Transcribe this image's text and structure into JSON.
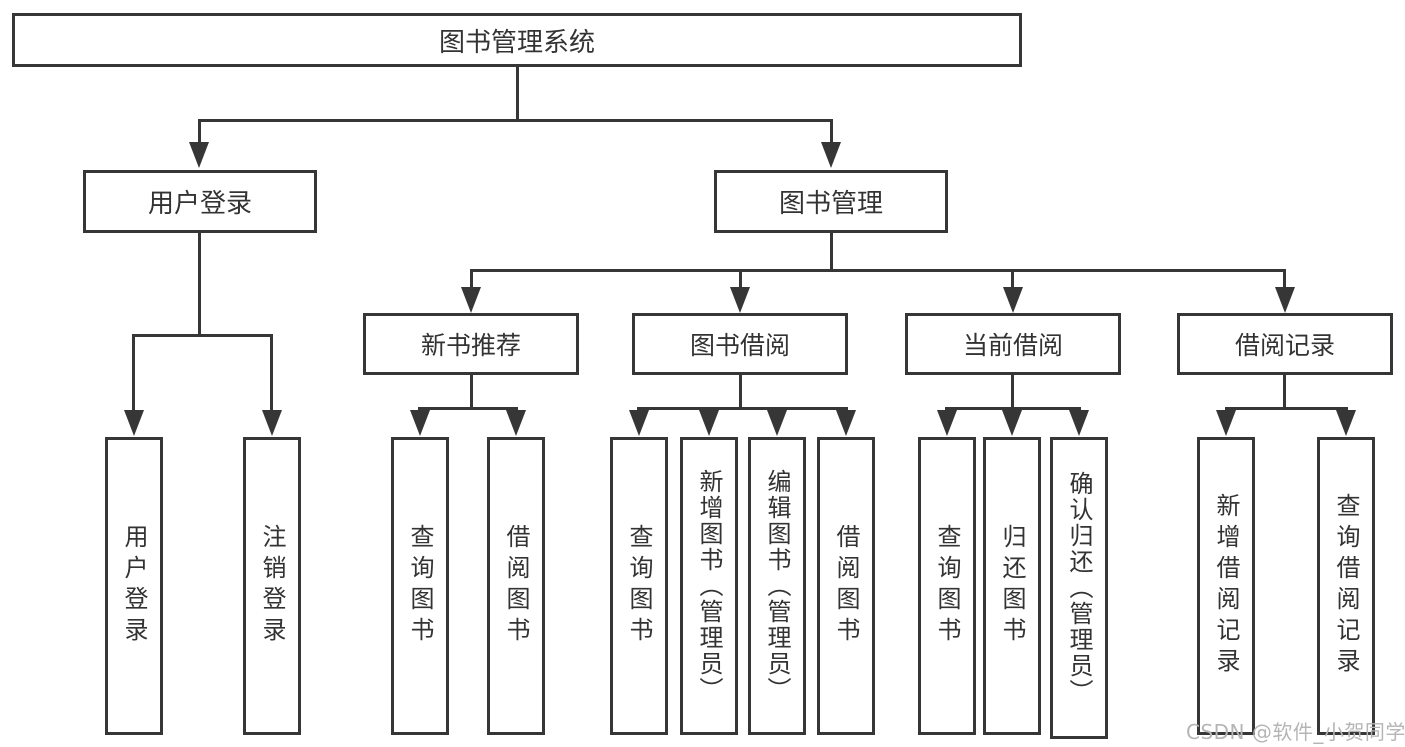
{
  "diagram_type": "hierarchy-tree",
  "tree": {
    "root": {
      "label": "图书管理系统"
    },
    "branches": [
      {
        "label": "用户登录",
        "children": [
          {
            "label": "用户登录"
          },
          {
            "label": "注销登录"
          }
        ]
      },
      {
        "label": "图书管理",
        "children": [
          {
            "label": "新书推荐",
            "children": [
              {
                "label": "查询图书"
              },
              {
                "label": "借阅图书"
              }
            ]
          },
          {
            "label": "图书借阅",
            "children": [
              {
                "label": "查询图书"
              },
              {
                "label": "新增图书（管理员）"
              },
              {
                "label": "编辑图书（管理员）"
              },
              {
                "label": "借阅图书"
              }
            ]
          },
          {
            "label": "当前借阅",
            "children": [
              {
                "label": "查询图书"
              },
              {
                "label": "归还图书"
              },
              {
                "label": "确认归还（管理员）"
              }
            ]
          },
          {
            "label": "借阅记录",
            "children": [
              {
                "label": "新增借阅记录"
              },
              {
                "label": "查询借阅记录"
              }
            ]
          }
        ]
      }
    ]
  },
  "watermark": "CSDN @软件_小贺同学",
  "colors": {
    "line": "#363636",
    "box_border": "#363636",
    "text": "#333333",
    "watermark": "#b5b5b5",
    "background": "#ffffff"
  }
}
